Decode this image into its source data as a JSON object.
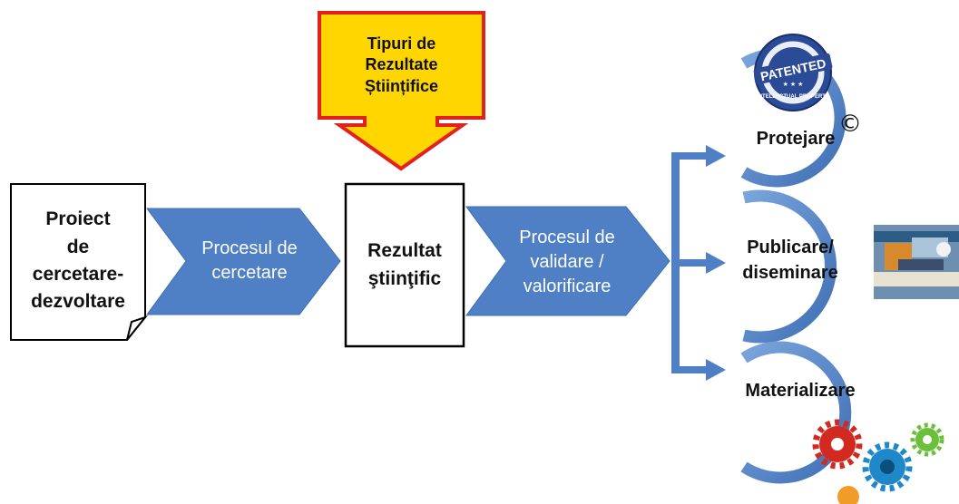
{
  "callout": {
    "text": "Tipuri de\nRezultate\nȘtiințifice",
    "fill_color": "#ffd600",
    "border_color": "#e3201b"
  },
  "nodes": {
    "project": {
      "text": "Proiect\nde\ncercetare-\ndezvoltare"
    },
    "result": {
      "text": "Rezultat\nştiinţific"
    }
  },
  "processes": {
    "research": {
      "text": "Procesul de\ncercetare"
    },
    "validation": {
      "text": "Procesul de\nvalidare /\nvalorificare"
    }
  },
  "outcomes": [
    {
      "text": "Protejare"
    },
    {
      "text": "Publicare/\ndiseminare"
    },
    {
      "text": "Materializare"
    }
  ],
  "badges": {
    "patent": {
      "top": "PATENTED",
      "bottom": "INTELLECTUAL PROPERTY"
    },
    "copyright": "©"
  },
  "colors": {
    "arrow_blue": "#4f7fc4",
    "arrow_blue_dark": "#3d6db3",
    "ring_blue": "#5f8fd0"
  }
}
